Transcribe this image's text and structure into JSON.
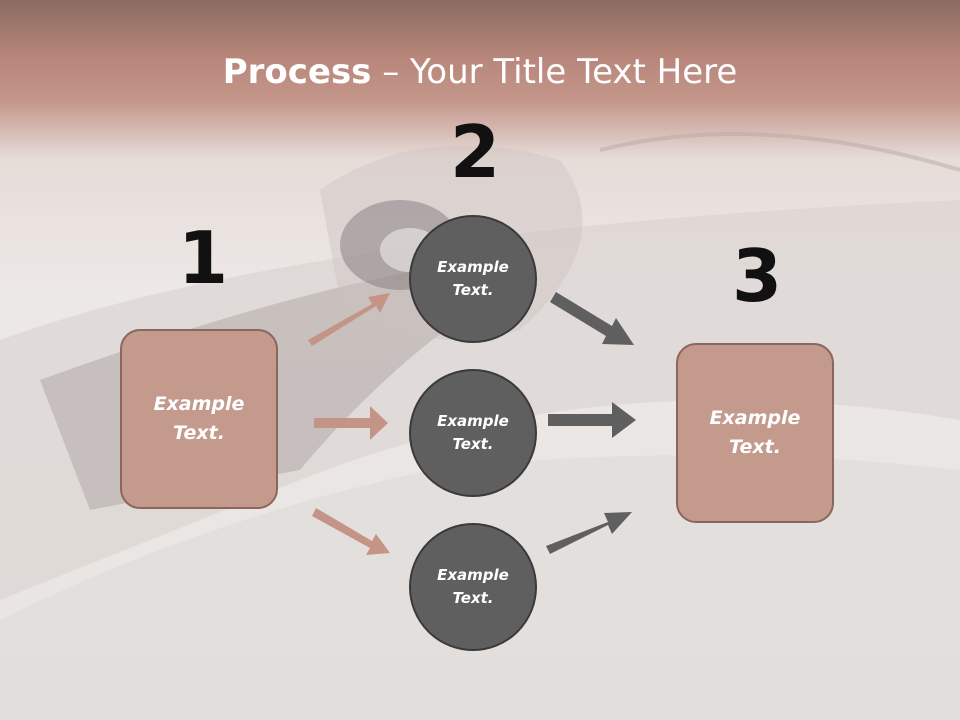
{
  "title": {
    "bold": "Process",
    "rest": " – Your Title Text Here"
  },
  "steps": {
    "one": "1",
    "two": "2",
    "three": "3"
  },
  "boxes": {
    "left": [
      "Example",
      "Text."
    ],
    "right": [
      "Example",
      "Text."
    ]
  },
  "circles": {
    "top": [
      "Example",
      "Text."
    ],
    "middle": [
      "Example",
      "Text."
    ],
    "bottom": [
      "Example",
      "Text."
    ]
  },
  "colors": {
    "box_fill": "#c49a8c",
    "circle_fill": "#5f5f5f",
    "arrow_pink": "#c49486",
    "arrow_gray": "#5f5f5f"
  }
}
